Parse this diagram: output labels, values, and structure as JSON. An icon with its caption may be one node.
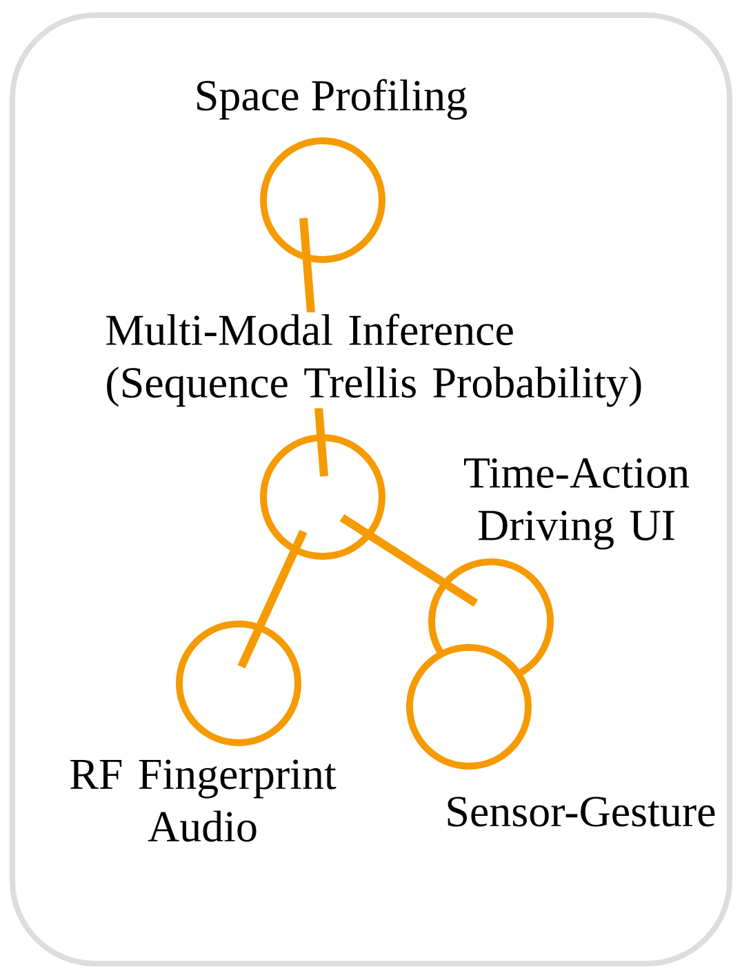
{
  "diagram": {
    "nodes": [
      {
        "text": [
          "Space Profiling"
        ]
      },
      {
        "text": [
          "Multi-Modal Inference (Sequence Trellis Probability)"
        ]
      },
      {
        "text": [
          "Time-Action Driving UI"
        ]
      },
      {
        "text": [
          "RF Fingerprint Audio"
        ]
      },
      {
        "text": [
          "Sensor-Gesture"
        ]
      }
    ],
    "edges": [
      {
        "from": 0,
        "to": 1,
        "arrow": "none"
      },
      {
        "from": 1,
        "to": 3,
        "arrow": "none"
      },
      {
        "from": 1,
        "to": 2,
        "arrow": "none"
      }
    ]
  }
}
